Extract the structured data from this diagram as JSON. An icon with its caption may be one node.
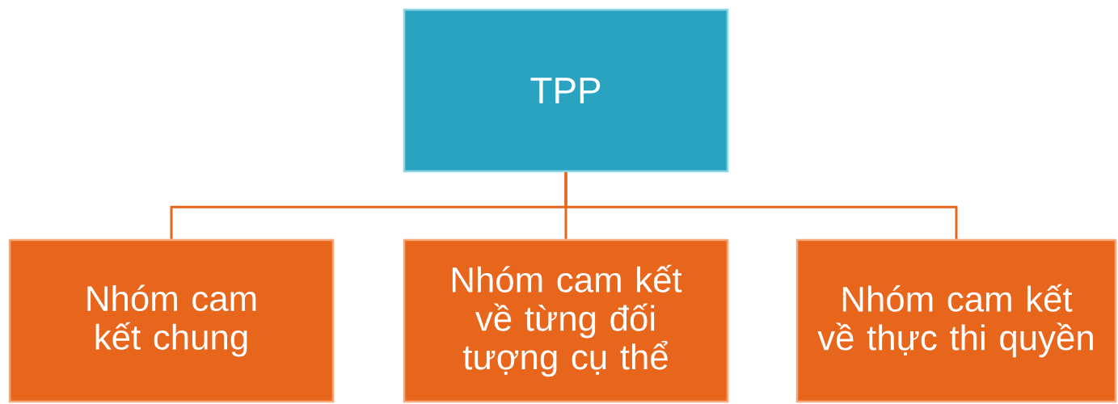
{
  "diagram": {
    "nodes": [
      {
        "text": [
          "TPP"
        ]
      },
      {
        "text": [
          "Nhóm cam kết chung"
        ]
      },
      {
        "text": [
          "Nhóm cam kết về từng đối tượng cụ thể"
        ]
      },
      {
        "text": [
          "Nhóm cam kết về thực thi quyền"
        ]
      }
    ],
    "edges": [
      {
        "from": 0,
        "to": 1,
        "arrow": "none"
      },
      {
        "from": 0,
        "to": 2,
        "arrow": "none"
      },
      {
        "from": 0,
        "to": 3,
        "arrow": "none"
      }
    ]
  }
}
